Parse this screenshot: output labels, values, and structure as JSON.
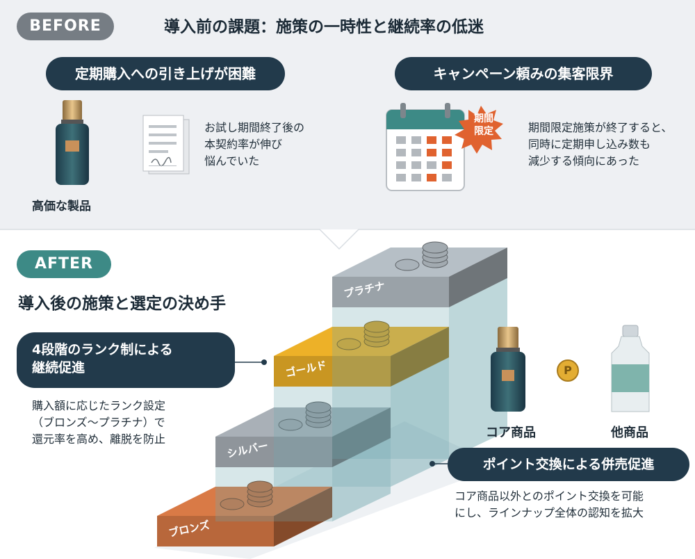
{
  "before": {
    "tag": "BEFORE",
    "title": "導入前の課題：施策の一時性と継続率の低迷",
    "left": {
      "heading": "定期購入への引き上げが困難",
      "product_label": "高価な製品",
      "text": "お試し期間終了後の\n本契約率が伸び\n悩んでいた"
    },
    "right": {
      "heading": "キャンペーン頼みの集客限界",
      "badge": "期間\n限定",
      "text": "期間限定施策が終了すると、\n同時に定期申し込み数も\n減少する傾向にあった"
    }
  },
  "after": {
    "tag": "AFTER",
    "title": "導入後の施策と選定の決め手",
    "rank": {
      "heading": "4段階のランク制による\n継続促進",
      "text": "購入額に応じたランク設定\n（ブロンズ〜プラチナ）で\n還元率を高め、離脱を防止"
    },
    "steps": [
      "ブロンズ",
      "シルバー",
      "ゴールド",
      "プラチナ"
    ],
    "point": {
      "coin_label": "P",
      "core_label": "コア商品",
      "other_label": "他商品",
      "heading": "ポイント交換による併売促進",
      "text": "コア商品以外とのポイント交換を可能\nにし、ラインナップ全体の認知を拡大"
    }
  },
  "colors": {
    "navy": "#223a4b",
    "teal_tag": "#3d8a86",
    "gray_tag": "#767d84",
    "orange": "#e0622f",
    "bronze": "#b8673b",
    "silver": "#8f959b",
    "gold": "#c99622",
    "platinum": "#9aa2a8"
  }
}
